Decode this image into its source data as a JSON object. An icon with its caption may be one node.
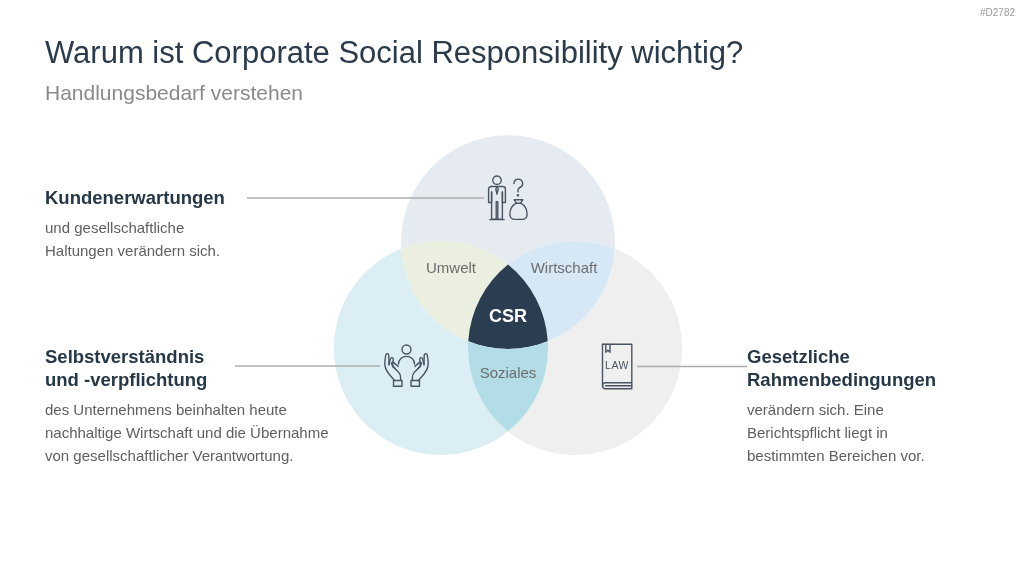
{
  "diagram": {
    "title": "Warum ist Corporate Social Responsibility wichtig?",
    "nodes": [
      {
        "text": [
          "Kundenerwartungen",
          "und gesellschaftliche Haltungen verändern sich."
        ]
      },
      {
        "text": [
          "Selbstverständnis und -verpflichtung",
          "des Unternehmens beinhalten heute nachhaltige Wirtschaft und die Übernahme von gesellschaftlicher Verantwortung."
        ]
      },
      {
        "text": [],
        "shape": "circle"
      },
      {
        "text": [],
        "shape": "picture",
        "in": 2
      },
      {
        "text": [],
        "shape": "circle"
      },
      {
        "text": [],
        "shape": "picture",
        "in": 4
      },
      {
        "text": [],
        "shape": "circle"
      },
      {
        "text": [
          "LAW"
        ],
        "in": 6
      },
      {
        "text": [
          "Umwelt"
        ]
      },
      {
        "text": [
          "Wirtschaft"
        ]
      },
      {
        "text": [
          "CSR"
        ]
      },
      {
        "text": [
          "Soziales"
        ]
      },
      {
        "text": [
          "Gesetzliche Rahmenbedingungen",
          "verändern sich. Eine Berichtspflicht liegt in bestimmten Bereichen vor."
        ]
      }
    ],
    "edges": [
      {
        "from": 0,
        "to": 3,
        "arrow": "none"
      },
      {
        "from": 1,
        "to": 5,
        "arrow": "none"
      },
      {
        "from": 12,
        "to": 7,
        "arrow": "none"
      }
    ],
    "labels": [
      "#D2782",
      "Handlungsbedarf verstehen"
    ]
  }
}
